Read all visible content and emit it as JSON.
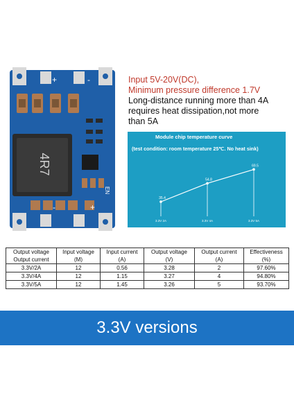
{
  "specs": {
    "line1": "Input 5V-20V(DC),",
    "line2": "Minimum pressure difference 1.7V",
    "line3": "Long-distance running more than 4A",
    "line4": "requires heat dissipation,not more",
    "line5": "than 5A",
    "color_red": "#c0392b"
  },
  "board": {
    "inductor_marking": "4R7",
    "plus_top": "+",
    "minus_top": "-",
    "plus_bottom": "+",
    "minus_bottom": "-",
    "side_label": "EN"
  },
  "chart_data": {
    "type": "line",
    "title": "Module chip temperature curve",
    "subtitle": "(test condition: room temperature 25℃. No heat sink)",
    "categories": [
      "3.3V 2A",
      "3.3V 4A",
      "3.3V 5A"
    ],
    "series": [
      {
        "values": [
          35.4,
          54.8,
          69.5
        ]
      }
    ],
    "value_labels": [
      "35.4",
      "54.8",
      "69.5"
    ],
    "xlabel": "",
    "ylabel": "",
    "background": "#1d9ec4"
  },
  "table": {
    "headers": [
      [
        "Output voltage",
        "Output current"
      ],
      [
        "Input voltage",
        "(M)"
      ],
      [
        "Input current",
        "(A)"
      ],
      [
        "Output voltage",
        "(V)"
      ],
      [
        "Output current",
        "(A)"
      ],
      [
        "Effectiveness",
        "(%)"
      ]
    ],
    "rows": [
      [
        "3.3V/2A",
        "12",
        "0.56",
        "3.28",
        "2",
        "97.60%"
      ],
      [
        "3.3V/4A",
        "12",
        "1.15",
        "3.27",
        "4",
        "94.80%"
      ],
      [
        "3.3V/5A",
        "12",
        "1.45",
        "3.26",
        "5",
        "93.70%"
      ]
    ]
  },
  "banner": {
    "text": "3.3V versions",
    "color": "#1d73c4"
  }
}
